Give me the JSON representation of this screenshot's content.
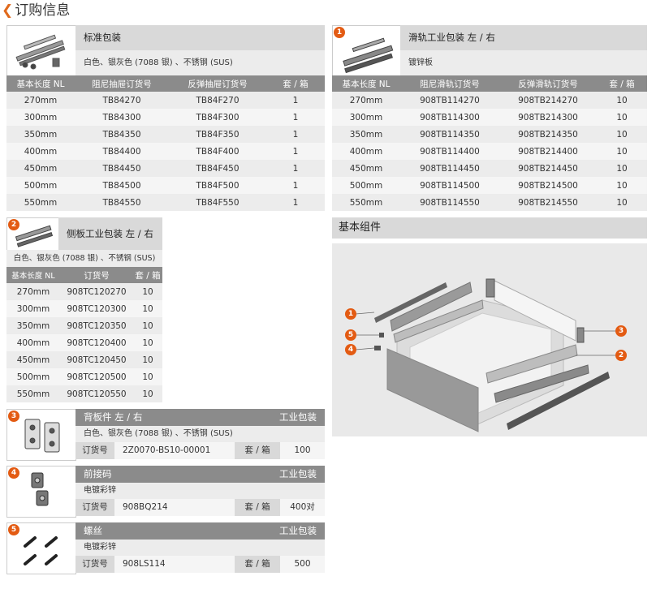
{
  "page_title": "订购信息",
  "std": {
    "title": "标准包装",
    "subtitle": "白色、银灰色 (7088 银) 、不锈钢 (SUS)",
    "headers": [
      "基本长度 NL",
      "阻尼抽屉订货号",
      "反弹抽屉订货号",
      "套 / 箱"
    ],
    "rows": [
      [
        "270mm",
        "TB84270",
        "TB84F270",
        "1"
      ],
      [
        "300mm",
        "TB84300",
        "TB84F300",
        "1"
      ],
      [
        "350mm",
        "TB84350",
        "TB84F350",
        "1"
      ],
      [
        "400mm",
        "TB84400",
        "TB84F400",
        "1"
      ],
      [
        "450mm",
        "TB84450",
        "TB84F450",
        "1"
      ],
      [
        "500mm",
        "TB84500",
        "TB84F500",
        "1"
      ],
      [
        "550mm",
        "TB84550",
        "TB84F550",
        "1"
      ]
    ]
  },
  "rail": {
    "badge": "1",
    "title": "滑轨工业包装 左 / 右",
    "subtitle": "镀锌板",
    "headers": [
      "基本长度 NL",
      "阻尼滑轨订货号",
      "反弹滑轨订货号",
      "套 / 箱"
    ],
    "rows": [
      [
        "270mm",
        "908TB114270",
        "908TB214270",
        "10"
      ],
      [
        "300mm",
        "908TB114300",
        "908TB214300",
        "10"
      ],
      [
        "350mm",
        "908TB114350",
        "908TB214350",
        "10"
      ],
      [
        "400mm",
        "908TB114400",
        "908TB214400",
        "10"
      ],
      [
        "450mm",
        "908TB114450",
        "908TB214450",
        "10"
      ],
      [
        "500mm",
        "908TB114500",
        "908TB214500",
        "10"
      ],
      [
        "550mm",
        "908TB114550",
        "908TB214550",
        "10"
      ]
    ]
  },
  "side": {
    "badge": "2",
    "title": "侧板工业包装 左 / 右",
    "subtitle": "白色、银灰色 (7088 银) 、不锈钢 (SUS)",
    "headers": [
      "基本长度 NL",
      "订货号",
      "套 / 箱"
    ],
    "rows": [
      [
        "270mm",
        "908TC120270",
        "10"
      ],
      [
        "300mm",
        "908TC120300",
        "10"
      ],
      [
        "350mm",
        "908TC120350",
        "10"
      ],
      [
        "400mm",
        "908TC120400",
        "10"
      ],
      [
        "450mm",
        "908TC120450",
        "10"
      ],
      [
        "500mm",
        "908TC120500",
        "10"
      ],
      [
        "550mm",
        "908TC120550",
        "10"
      ]
    ]
  },
  "components": {
    "title": "基本组件",
    "callouts": [
      "1",
      "5",
      "4",
      "3",
      "2"
    ]
  },
  "back": {
    "badge": "3",
    "title": "背板件 左 / 右",
    "pack": "工业包装",
    "subtitle": "白色、银灰色 (7088 银) 、不锈钢 (SUS)",
    "order_label": "订货号",
    "order_no": "2Z0070-BS10-00001",
    "qty_label": "套 / 箱",
    "qty": "100"
  },
  "front": {
    "badge": "4",
    "title": "前接码",
    "pack": "工业包装",
    "subtitle": "电镀彩锌",
    "order_label": "订货号",
    "order_no": "908BQ214",
    "qty_label": "套 / 箱",
    "qty": "400对"
  },
  "screw": {
    "badge": "5",
    "title": "螺丝",
    "pack": "工业包装",
    "subtitle": "电镀彩锌",
    "order_label": "订货号",
    "order_no": "908LS114",
    "qty_label": "套 / 箱",
    "qty": "500"
  },
  "colors": {
    "accent": "#e35b13",
    "header": "#8b8b8b",
    "band": "#d9d9d9"
  }
}
